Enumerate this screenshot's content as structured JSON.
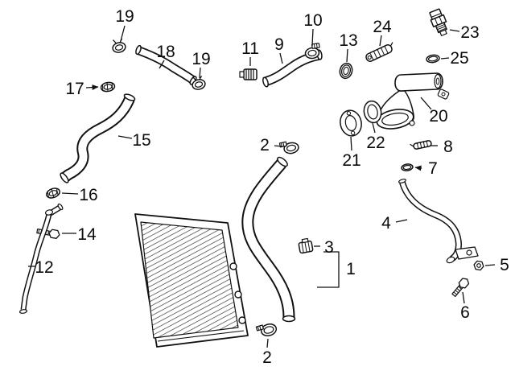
{
  "colors": {
    "line": "#111111",
    "background": "#ffffff"
  },
  "callouts": [
    {
      "label": "19"
    },
    {
      "label": "18"
    },
    {
      "label": "19"
    },
    {
      "label": "17"
    },
    {
      "label": "10"
    },
    {
      "label": "11"
    },
    {
      "label": "9"
    },
    {
      "label": "13"
    },
    {
      "label": "24"
    },
    {
      "label": "23"
    },
    {
      "label": "25"
    },
    {
      "label": "20"
    },
    {
      "label": "15"
    },
    {
      "label": "2"
    },
    {
      "label": "22"
    },
    {
      "label": "8"
    },
    {
      "label": "21"
    },
    {
      "label": "7"
    },
    {
      "label": "16"
    },
    {
      "label": "14"
    },
    {
      "label": "12"
    },
    {
      "label": "4"
    },
    {
      "label": "3"
    },
    {
      "label": "1"
    },
    {
      "label": "5"
    },
    {
      "label": "6"
    },
    {
      "label": "2"
    }
  ]
}
